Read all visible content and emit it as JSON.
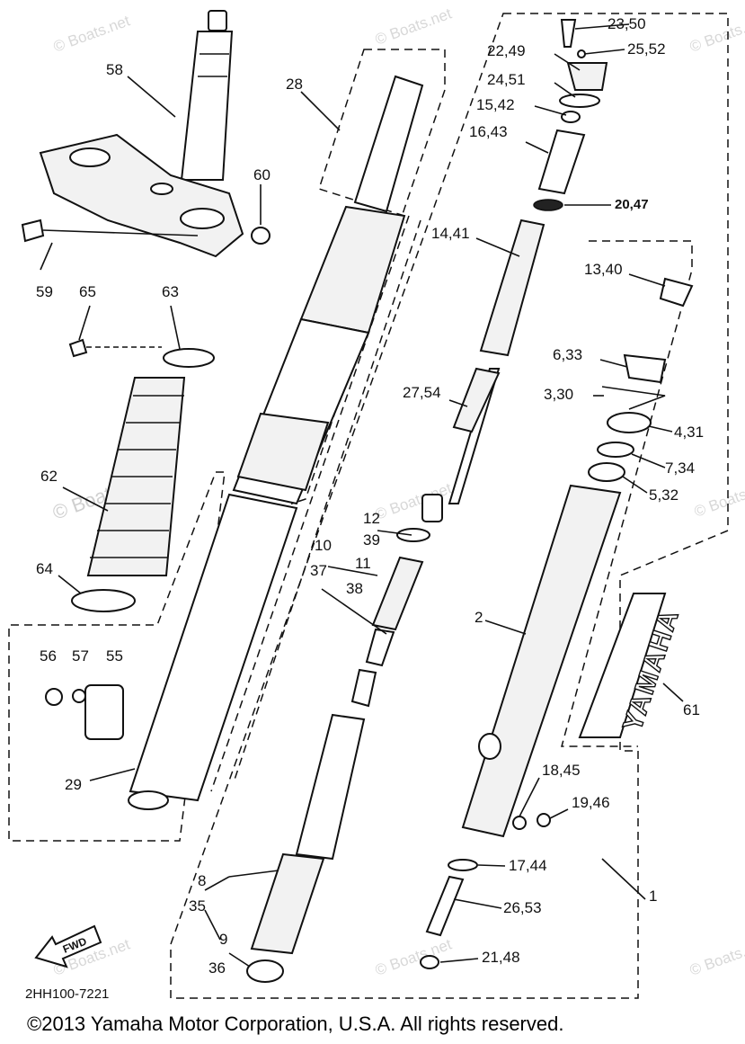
{
  "diagram": {
    "code": "2HH100-7221",
    "copyright": "©2013 Yamaha Motor Corporation, U.S.A. All rights reserved.",
    "watermark": "© Boats.net",
    "brand_text": "YAMAHA",
    "fwd_label": "FWD",
    "labels": {
      "l_58": "58",
      "l_28": "28",
      "l_60": "60",
      "l_59": "59",
      "l_65": "65",
      "l_63": "63",
      "l_62": "62",
      "l_64": "64",
      "l_56": "56",
      "l_57": "57",
      "l_55": "55",
      "l_29": "29",
      "l_12": "12",
      "l_39": "39",
      "l_10": "10",
      "l_37": "37",
      "l_11": "11",
      "l_38": "38",
      "l_8": "8",
      "l_35": "35",
      "l_9": "9",
      "l_36": "36",
      "l_23_50": "23,50",
      "l_25_52": "25,52",
      "l_22_49": "22,49",
      "l_24_51": "24,51",
      "l_15_42": "15,42",
      "l_16_43": "16,43",
      "l_20_47": "20,47",
      "l_14_41": "14,41",
      "l_13_40": "13,40",
      "l_6_33": "6,33",
      "l_3_30": "3,30",
      "l_27_54": "27,54",
      "l_4_31": "4,31",
      "l_7_34": "7,34",
      "l_5_32": "5,32",
      "l_2": "2",
      "l_61": "61",
      "l_18_45": "18,45",
      "l_19_46": "19,46",
      "l_17_44": "17,44",
      "l_26_53": "26,53",
      "l_1": "1",
      "l_21_48": "21,48"
    }
  }
}
